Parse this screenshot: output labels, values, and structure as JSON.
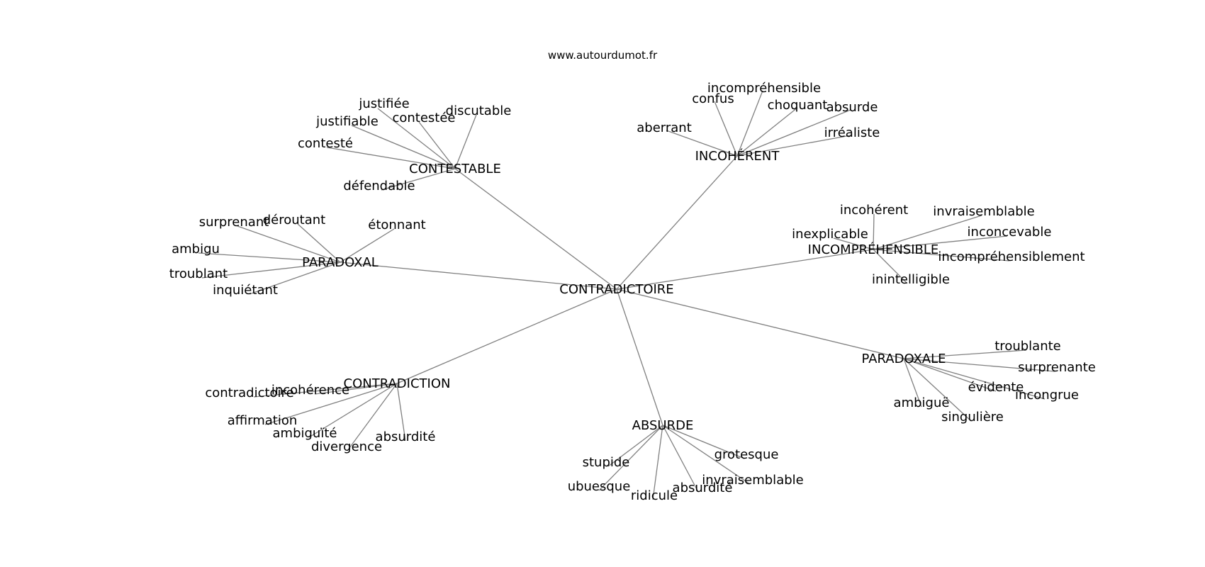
{
  "site": "www.autourdumot.fr",
  "colors": {
    "edge": "#808080",
    "text": "#000000",
    "background": "#ffffff"
  },
  "center": "CONTRADICTOIRE",
  "hubs": [
    {
      "id": "contestable",
      "label": "CONTESTABLE",
      "leaves": [
        "justifiée",
        "contestée",
        "discutable",
        "justifiable",
        "contesté",
        "défendable"
      ]
    },
    {
      "id": "incoherent",
      "label": "INCOHÉRENT",
      "leaves": [
        "incompréhensible",
        "confus",
        "choquant",
        "absurde",
        "aberrant",
        "irréaliste"
      ]
    },
    {
      "id": "paradoxal",
      "label": "PARADOXAL",
      "leaves": [
        "déroutant",
        "surprenant",
        "étonnant",
        "ambigu",
        "troublant",
        "inquiétant"
      ]
    },
    {
      "id": "incomprehensible",
      "label": "INCOMPRÉHENSIBLE",
      "leaves": [
        "incohérent",
        "invraisemblable",
        "inexplicable",
        "inconcevable",
        "incompréhensiblement",
        "inintelligible"
      ]
    },
    {
      "id": "paradoxale",
      "label": "PARADOXALE",
      "leaves": [
        "troublante",
        "surprenante",
        "évidente",
        "incongrue",
        "ambiguë",
        "singulière"
      ]
    },
    {
      "id": "contradiction",
      "label": "CONTRADICTION",
      "leaves": [
        "contradictoire",
        "incohérence",
        "affirmation",
        "ambiguïté",
        "divergence",
        "absurdité"
      ]
    },
    {
      "id": "absurde",
      "label": "ABSURDE",
      "leaves": [
        "grotesque",
        "stupide",
        "invraisemblable",
        "ubuesque",
        "absurdité",
        "ridicule"
      ]
    }
  ]
}
